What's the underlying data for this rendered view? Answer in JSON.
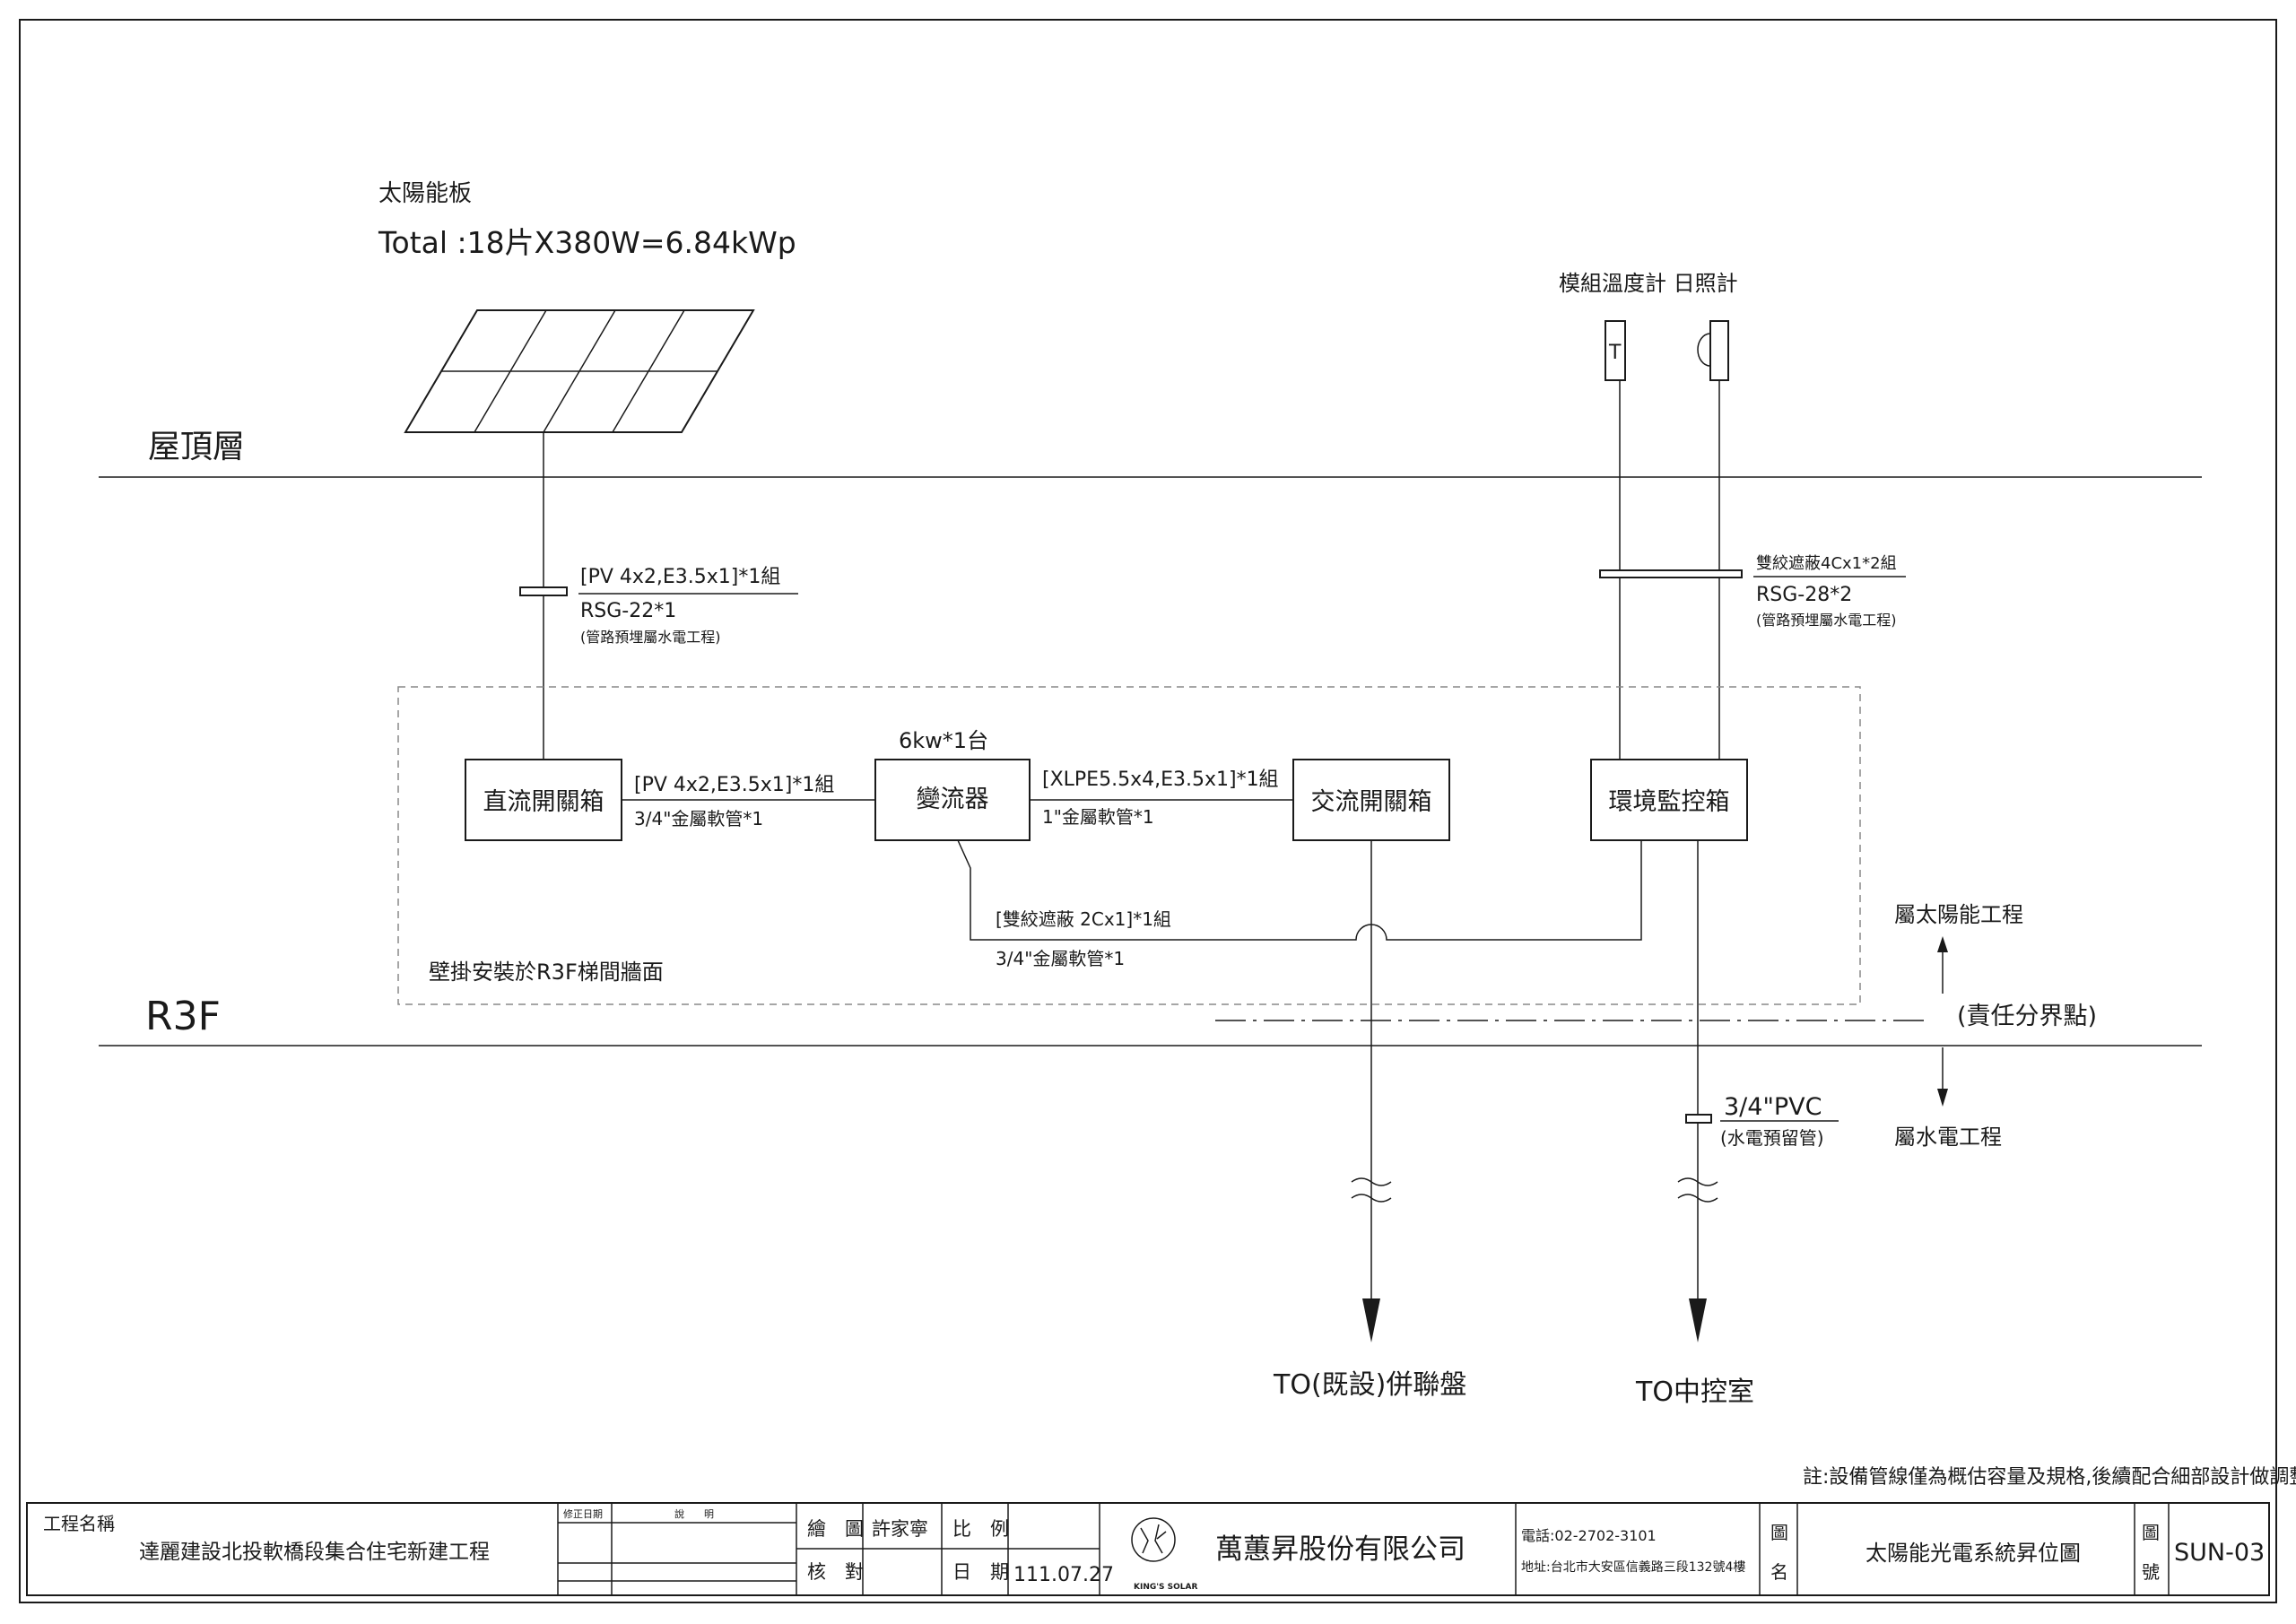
{
  "floors": {
    "roof": "屋頂層",
    "r3f": "R3F"
  },
  "solar": {
    "title": "太陽能板",
    "total": "Total :18片X380W=6.84kWp",
    "cable": "[PV 4x2,E3.5x1]*1組",
    "conduit": "RSG-22*1",
    "note": "(管路預埋屬水電工程)"
  },
  "sensors": {
    "label": "模組溫度計  日照計",
    "temp_symbol": "T",
    "cable": "雙絞遮蔽4Cx1*2組",
    "conduit": "RSG-28*2",
    "note": "(管路預埋屬水電工程)"
  },
  "equipment": {
    "dc_box": "直流開關箱",
    "inverter": "變流器",
    "inverter_qty": "6kw*1台",
    "ac_box": "交流開關箱",
    "monitor_box": "環境監控箱"
  },
  "links": {
    "dc_inv_cable": "[PV 4x2,E3.5x1]*1組",
    "dc_inv_conduit": "3/4\"金屬軟管*1",
    "inv_ac_cable": "[XLPE5.5x4,E3.5x1]*1組",
    "inv_ac_conduit": "1\"金屬軟管*1",
    "signal_cable": "[雙絞遮蔽 2Cx1]*1組",
    "signal_conduit": "3/4\"金屬軟管*1"
  },
  "wall_note": "壁掛安裝於R3F梯間牆面",
  "boundary": {
    "solar_side": "屬太陽能工程",
    "point": "(責任分界點)",
    "mep_side": "屬水電工程"
  },
  "pvc": {
    "label": "3/4\"PVC",
    "note": "(水電預留管)"
  },
  "destinations": {
    "panel": "TO(既設)併聯盤",
    "control_room": "TO中控室"
  },
  "footnote": "註:設備管線僅為概估容量及規格,後續配合細部設計做調整.",
  "title_block": {
    "project_label": "工程名稱",
    "project_name": "達麗建設北投軟橋段集合住宅新建工程",
    "rev_date": "修正日期",
    "rev_desc": "說　　明",
    "draw_label": "繪　圖",
    "drawer": "許家寧",
    "check_label": "核　對",
    "scale_label": "比　例",
    "date_label": "日　期",
    "date": "111.07.27",
    "logo_text": "KING'S SOLAR",
    "company": "萬蕙昇股份有限公司",
    "phone": "電話:02-2702-3101",
    "address": "地址:台北市大安區信義路三段132號4樓",
    "drawing_name_label_1": "圖",
    "drawing_name_label_2": "名",
    "drawing_name": "太陽能光電系統昇位圖",
    "drawing_no_label_1": "圖",
    "drawing_no_label_2": "號",
    "drawing_no": "SUN-03"
  }
}
